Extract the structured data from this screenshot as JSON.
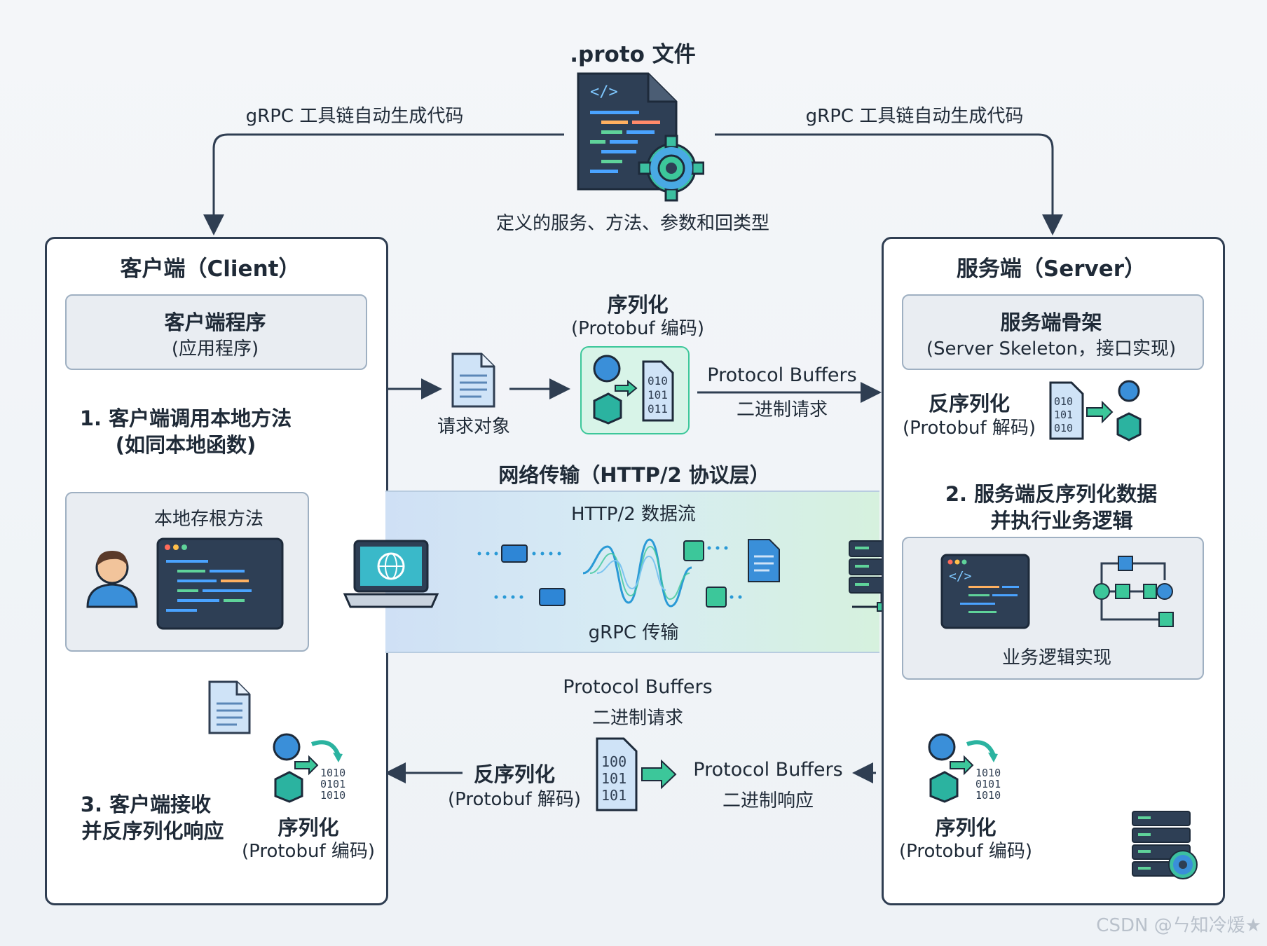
{
  "proto": {
    "title": ".proto 文件",
    "caption": "定义的服务、方法、参数和回类型",
    "left_arrow_label": "gRPC 工具链自动生成代码",
    "right_arrow_label": "gRPC 工具链自动生成代码"
  },
  "client": {
    "title": "客户端（Client）",
    "program_title": "客户端程序",
    "program_sub": "(应用程序)",
    "step1_line1": "1. 客户端调用本地方法",
    "step1_line2": "(如同本地函数)",
    "stub_label": "本地存根方法",
    "step3_line1": "3. 客户端接收",
    "step3_line2": "并反序列化响应",
    "ser_title": "序列化",
    "ser_sub": "(Protobuf 编码)"
  },
  "request_flow": {
    "object_label": "请求对象",
    "ser_title": "序列化",
    "ser_sub": "(Protobuf 编码)",
    "binary_line1": "Protocol Buffers",
    "binary_line2": "二进制请求",
    "binary_digits": [
      "010",
      "101",
      "011"
    ]
  },
  "network": {
    "title": "网络传输（HTTP/2 协议层）",
    "stream_label": "HTTP/2 数据流",
    "transport_label": "gRPC 传输"
  },
  "server": {
    "title": "服务端（Server）",
    "skeleton_title": "服务端骨架",
    "skeleton_sub": "(Server Skeleton，接口实现)",
    "deser_title": "反序列化",
    "deser_sub": "(Protobuf 解码)",
    "deser_digits": [
      "010",
      "101",
      "010"
    ],
    "step2_line1": "2. 服务端反序列化数据",
    "step2_line2": "并执行业务逻辑",
    "logic_label": "业务逻辑实现",
    "ser_title": "序列化",
    "ser_sub": "(Protobuf 编码)"
  },
  "response_flow": {
    "mid_line1": "Protocol Buffers",
    "mid_line2": "二进制请求",
    "deser_title": "反序列化",
    "deser_sub": "(Protobuf 解码)",
    "resp_line1": "Protocol Buffers",
    "resp_line2": "二进制响应",
    "digits": [
      "100",
      "101",
      "101"
    ]
  },
  "watermark": "CSDN @ㄣ知冷煖★",
  "colors": {
    "dark": "#2f3e52",
    "green": "#3cc79a",
    "blue": "#3a8fd9",
    "teal": "#2bb3a0"
  }
}
